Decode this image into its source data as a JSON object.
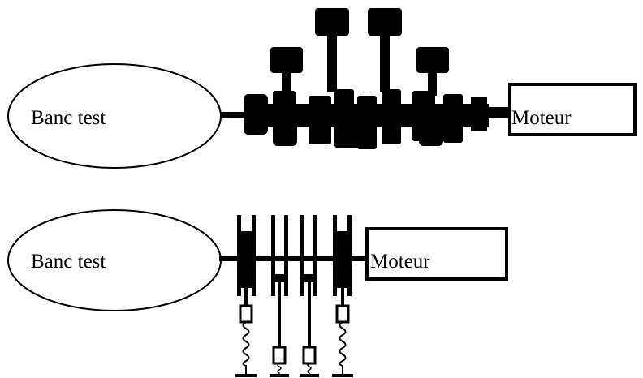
{
  "top_schematic": {
    "bench_label": "Banc test",
    "engine_label": "Moteur"
  },
  "bottom_schematic": {
    "bench_label": "Banc test",
    "engine_label": "Moteur"
  },
  "colors": {
    "line": "#000000",
    "background": "#ffffff"
  },
  "icons": [
    "crankshaft-with-pistons-silhouette",
    "crankshaft-spring-model"
  ]
}
